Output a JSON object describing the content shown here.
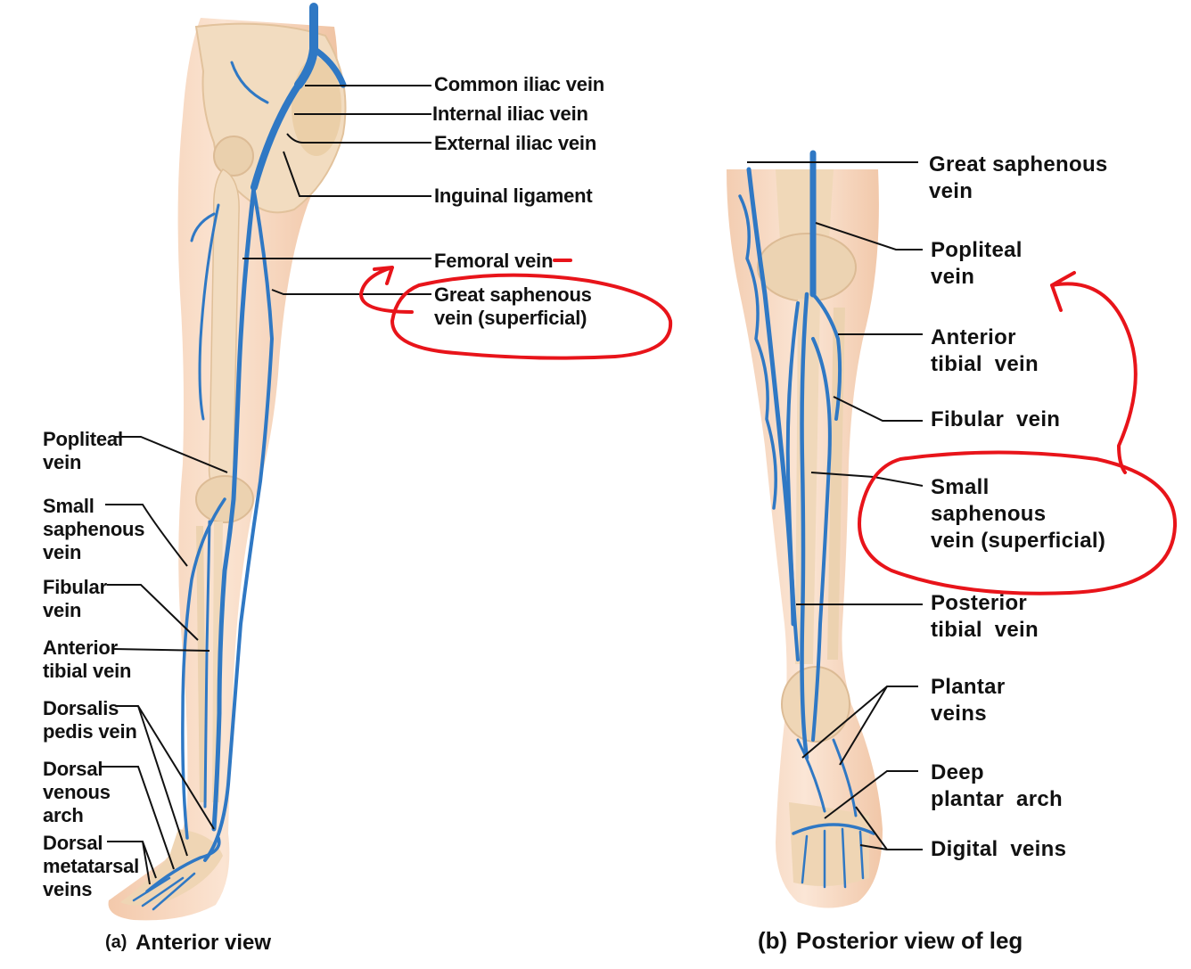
{
  "panel_a": {
    "caption_prefix": "(a)",
    "caption": "Anterior view",
    "labels": {
      "common_iliac": "Common iliac vein",
      "internal_iliac": "Internal iliac vein",
      "external_iliac": "External iliac vein",
      "inguinal_ligament": "Inguinal ligament",
      "femoral_vein": "Femoral vein",
      "great_saphenous": "Great saphenous\nvein (superficial)",
      "popliteal": "Popliteal\nvein",
      "small_saphenous": "Small\nsaphenous\nvein",
      "fibular": "Fibular\nvein",
      "anterior_tibial": "Anterior\ntibial vein",
      "dorsalis_pedis": "Dorsalis\npedis vein",
      "dorsal_venous_arch": "Dorsal\nvenous\narch",
      "dorsal_metatarsal": "Dorsal\nmetatarsal\nveins"
    }
  },
  "panel_b": {
    "caption_prefix": "(b)",
    "caption": "Posterior view of leg",
    "labels": {
      "great_saphenous": "Great saphenous\nvein",
      "popliteal": "Popliteal\nvein",
      "anterior_tibial": "Anterior\ntibial  vein",
      "fibular": "Fibular  vein",
      "small_saphenous": "Small\nsaphenous\nvein (superficial)",
      "posterior_tibial": "Posterior\ntibial  vein",
      "plantar": "Plantar\nveins",
      "deep_plantar_arch": "Deep\nplantar  arch",
      "digital": "Digital  veins"
    }
  },
  "colors": {
    "vein": "#2f78c4",
    "bone": "#f1d7b4",
    "skin": "#f6d6bd",
    "annotation": "#e8141a"
  }
}
